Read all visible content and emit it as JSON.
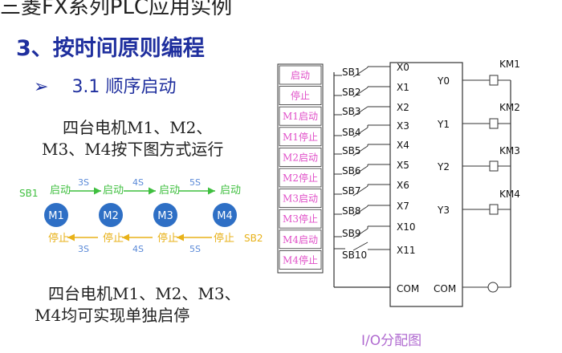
{
  "slide": {
    "banner": "三菱FX系列PLC应用实例",
    "heading": "3、按时间原则编程",
    "subheading_bullet": "➢",
    "subheading_number": "3.1",
    "subheading_text": "顺序启动",
    "desc1_line1": "四台电机M1、M2、",
    "desc1_line2": "M3、M4按下图方式运行",
    "desc2_line1": "四台电机M1、M2、M3、",
    "desc2_line2": "M4均可实现单独启停",
    "caption": "I/O分配图"
  },
  "sequence": {
    "motors": [
      "M1",
      "M2",
      "M3",
      "M4"
    ],
    "start_button": "SB1",
    "stop_button": "SB2",
    "start_label": "启动",
    "stop_label": "停止",
    "start_delays": [
      "3S",
      "4S",
      "5S"
    ],
    "stop_delays": [
      "3S",
      "4S",
      "5S"
    ],
    "colors": {
      "motor_fill": "#2e6fc5",
      "start": "#3fbf3f",
      "stop": "#e8b21a",
      "delay_text": "#5b8ad8"
    }
  },
  "io": {
    "function_labels": [
      "启动",
      "停止",
      "M1启动",
      "M1停止",
      "M2启动",
      "M2停止",
      "M3启动",
      "M3停止",
      "M4启动",
      "M4停止"
    ],
    "buttons": [
      "SB1",
      "SB2",
      "SB3",
      "SB4",
      "SB5",
      "SB6",
      "SB7",
      "SB8",
      "SB9",
      "SB10"
    ],
    "inputs": [
      "X0",
      "X1",
      "X2",
      "X3",
      "X4",
      "X5",
      "X6",
      "X7",
      "X10",
      "X11"
    ],
    "outputs": [
      "Y0",
      "Y1",
      "Y2",
      "Y3"
    ],
    "relays": [
      "KM1",
      "KM2",
      "KM3",
      "KM4"
    ],
    "com_in": "COM",
    "com_out": "COM",
    "colors": {
      "label_text": "#e04fc8",
      "line": "#333333"
    }
  }
}
